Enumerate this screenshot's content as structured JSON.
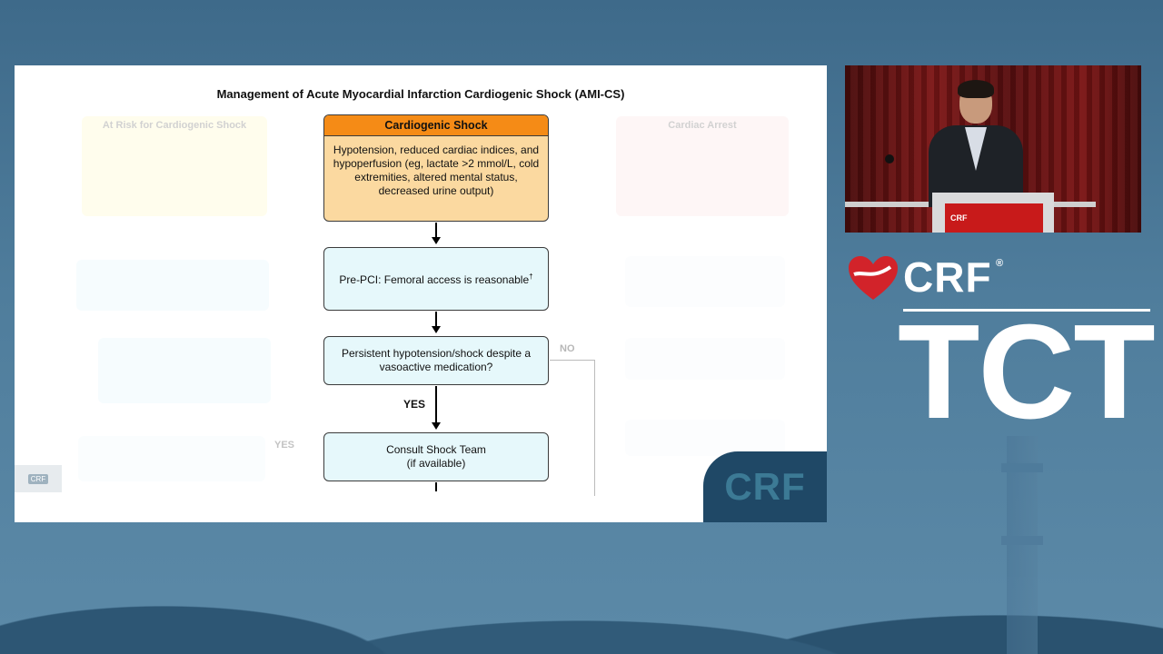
{
  "slide": {
    "title": "Management of Acute Myocardial Infarction Cardiogenic Shock (AMI-CS)",
    "faded_left_title": "At Risk for Cardiogenic Shock",
    "faded_right_title": "Cardiac Arrest",
    "faded_yes": "YES",
    "faded_no": "NO",
    "nodes": {
      "shock_title": "Cardiogenic Shock",
      "shock_body": "Hypotension, reduced cardiac indices, and hypoperfusion (eg, lactate >2 mmol/L, cold extremities, altered mental status, decreased urine output)",
      "pci_text": "Pre-PCI: Femoral access is reasonable",
      "pci_sup": "†",
      "persist_text": "Persistent hypotension/shock despite a vasoactive medication?",
      "yes_label": "YES",
      "consult_text": "Consult Shock Team",
      "consult_sub": "(if available)"
    },
    "corner_logo": "CRF",
    "left_mark": "CRF"
  },
  "video": {
    "podium_sign": "CRF"
  },
  "brand": {
    "crf": "CRF",
    "reg": "®",
    "tct": "TCT",
    "heart_color": "#d2232a"
  }
}
